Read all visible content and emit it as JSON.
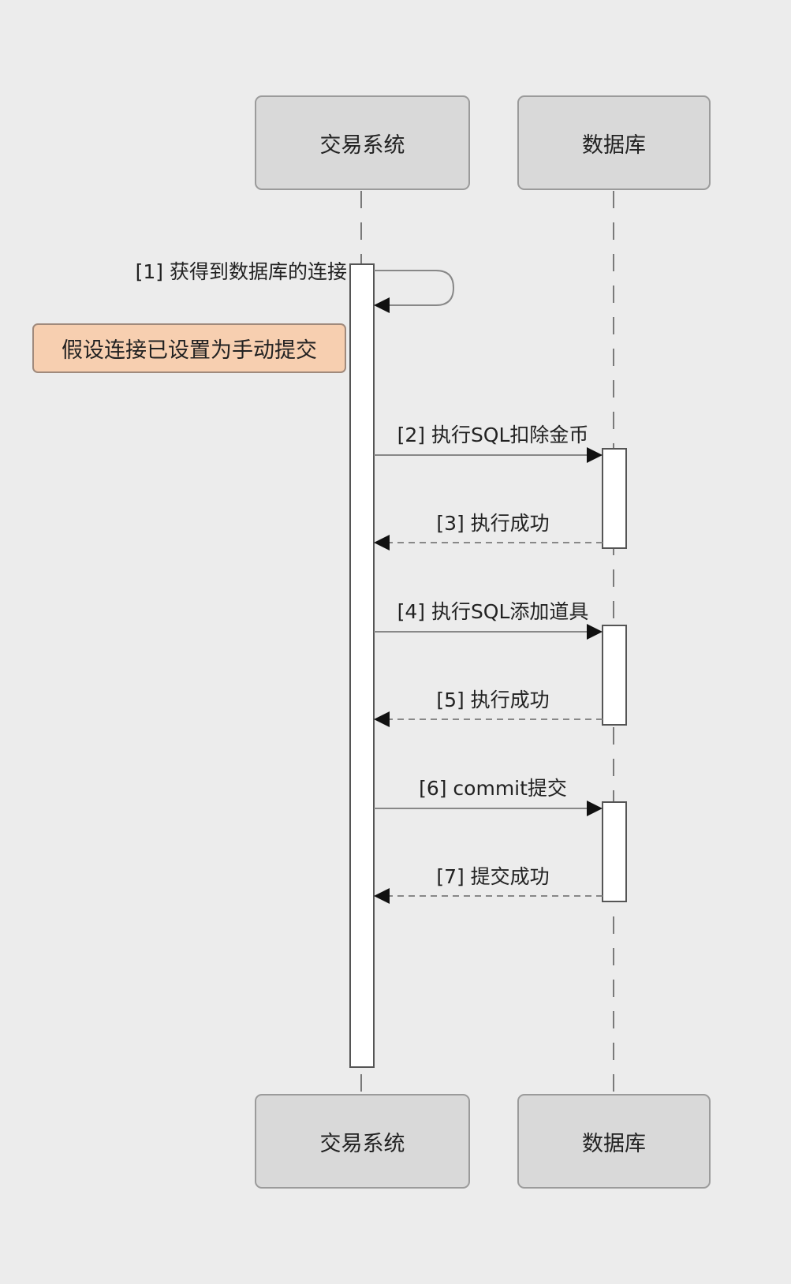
{
  "participants": {
    "trade_system": "交易系统",
    "database": "数据库"
  },
  "note": "假设连接已设置为手动提交",
  "messages": [
    {
      "label": "[1] 获得到数据库的连接",
      "type": "self"
    },
    {
      "label": "[2] 执行SQL扣除金币",
      "type": "request"
    },
    {
      "label": "[3] 执行成功",
      "type": "response"
    },
    {
      "label": "[4] 执行SQL添加道具",
      "type": "request"
    },
    {
      "label": "[5] 执行成功",
      "type": "response"
    },
    {
      "label": "[6] commit提交",
      "type": "request"
    },
    {
      "label": "[7] 提交成功",
      "type": "response"
    }
  ],
  "colors": {
    "background": "#ececec",
    "participant_fill": "#d9d9d9",
    "participant_border": "#9b9b9b",
    "note_fill": "#f7cfb0",
    "line": "#555555"
  }
}
